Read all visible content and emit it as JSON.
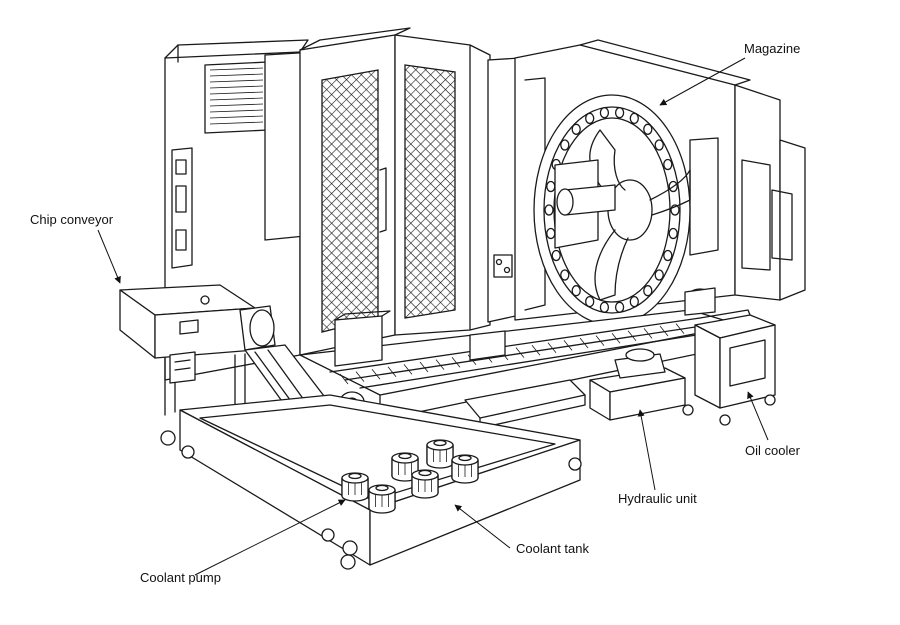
{
  "labels": {
    "magazine": "Magazine",
    "chip_conveyor": "Chip conveyor",
    "oil_cooler": "Oil cooler",
    "hydraulic_unit": "Hydraulic unit",
    "coolant_tank": "Coolant tank",
    "coolant_pump": "Coolant pump"
  }
}
